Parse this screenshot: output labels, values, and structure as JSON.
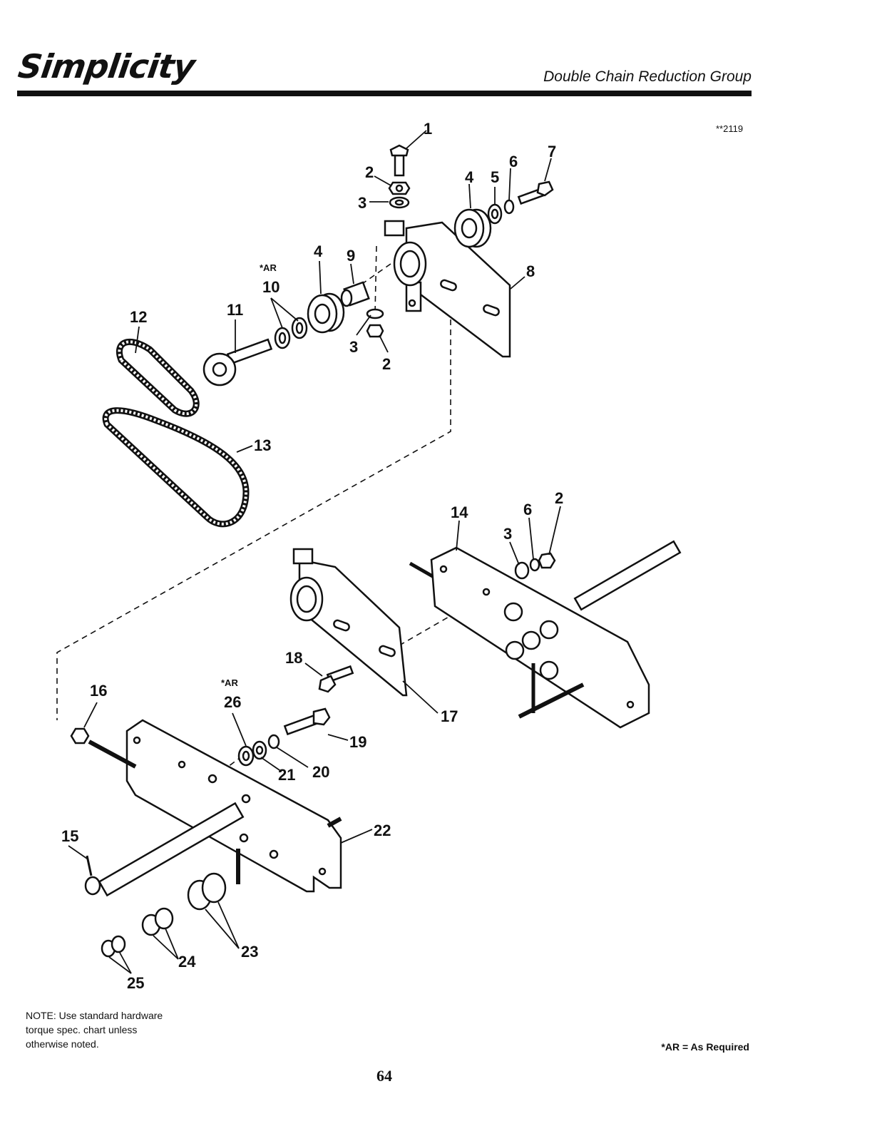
{
  "header": {
    "brand": "Simplicity",
    "section_title": "Double Chain Reduction Group",
    "ref_number": "**2119"
  },
  "callouts": {
    "c1": "1",
    "c2": "2",
    "c3": "3",
    "c4": "4",
    "c5": "5",
    "c6": "6",
    "c7": "7",
    "c8": "8",
    "c9": "9",
    "c10": "10",
    "c11": "11",
    "c12": "12",
    "c13": "13",
    "c14": "14",
    "c15": "15",
    "c16": "16",
    "c17": "17",
    "c18": "18",
    "c19": "19",
    "c20": "20",
    "c21": "21",
    "c22": "22",
    "c23": "23",
    "c24": "24",
    "c25": "25",
    "c26": "26",
    "ar": "*AR"
  },
  "note": {
    "line1": "NOTE: Use standard hardware",
    "line2": "torque spec. chart unless",
    "line3": "otherwise noted."
  },
  "legend": "*AR = As Required",
  "page_number": "64"
}
